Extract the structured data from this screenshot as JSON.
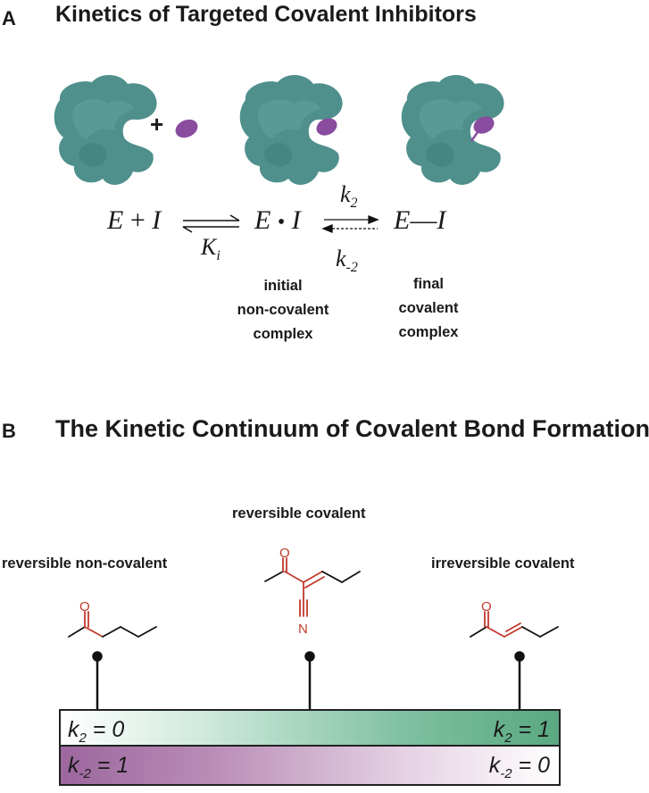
{
  "panel_a": {
    "letter": "A",
    "title": "Kinetics of Targeted Covalent Inhibitors",
    "eq_E": "E",
    "eq_plus": "+",
    "eq_I": "I",
    "eq_dot": "•",
    "eq_dash": "—",
    "plus_sign": "+",
    "Ki_main": "K",
    "Ki_sub": "i",
    "k2_main": "k",
    "k2_sub": "2",
    "km2_main": "k",
    "km2_sub": "-2",
    "initial_complex": [
      "initial",
      "non-covalent",
      "complex"
    ],
    "final_complex": [
      "final",
      "covalent",
      "complex"
    ],
    "colors": {
      "enzyme": "#4f8f8c",
      "inhibitor": "#8a4c9e"
    }
  },
  "panel_b": {
    "letter": "B",
    "title": "The Kinetic Continuum of Covalent Bond Formation",
    "left_label": "reversible non-covalent",
    "middle_label": "reversible covalent",
    "right_label": "irreversible covalent",
    "nitrile_N": "N",
    "bar_top_left": {
      "main": "k",
      "sub": "2",
      "rest": " = 0"
    },
    "bar_top_right": {
      "main": "k",
      "sub": "2",
      "rest": " = 1"
    },
    "bar_bottom_left": {
      "main": "k",
      "sub": "-2",
      "rest": " = 1"
    },
    "bar_bottom_right": {
      "main": "k",
      "sub": "-2",
      "rest": " = 0"
    },
    "colors": {
      "green": "#5aa882",
      "purple": "#9c679e",
      "warhead": "#c0392b"
    }
  }
}
